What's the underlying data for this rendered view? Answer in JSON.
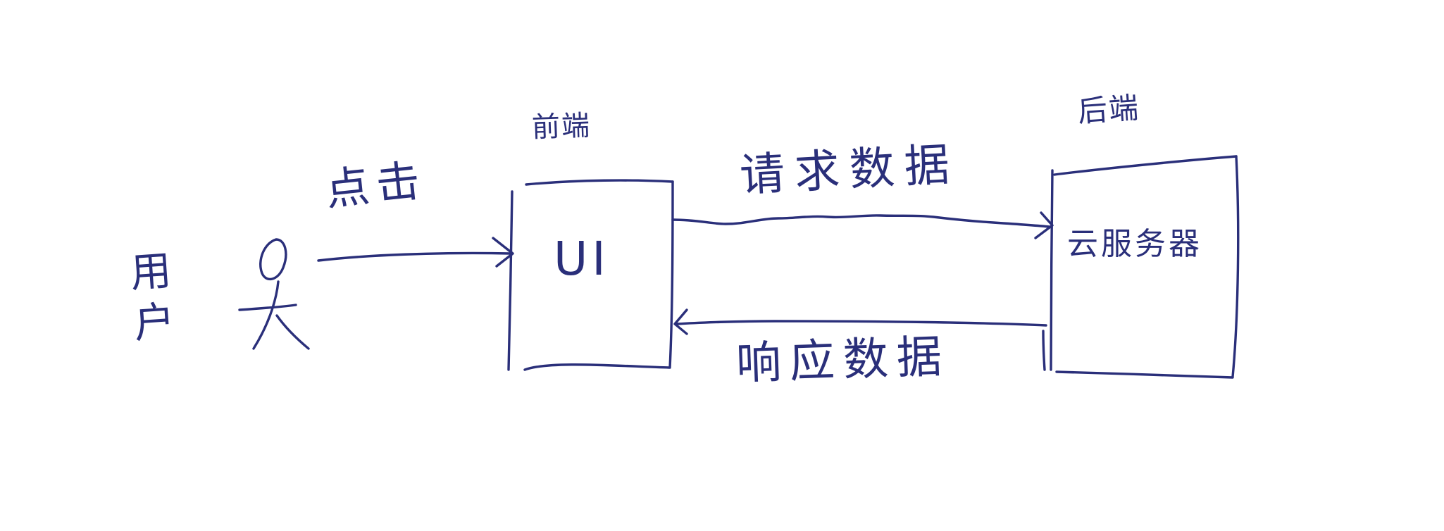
{
  "diagram": {
    "user_label": "用户",
    "click_label": "点击",
    "frontend_label": "前端",
    "ui_label": "UI",
    "request_label": "请求数据",
    "response_label": "响应数据",
    "backend_label": "后端",
    "server_label": "云服务器",
    "ink_color": "#2a2f7a",
    "background_color": "#ffffff"
  }
}
